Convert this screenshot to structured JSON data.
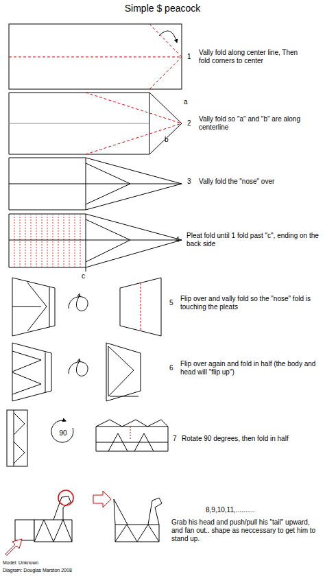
{
  "diagram": {
    "title": "Simple $ peacock",
    "labels": [
      "1",
      "Vally fold along center line, Then fold corners to center",
      "2",
      "Vally fold so \"a\" and \"b\" are along centerline",
      "a",
      "b",
      "3",
      "Vally fold the \"nose\" over",
      "4",
      "Pleat fold until 1 fold past \"c\", ending on the back side",
      "c",
      "5",
      "Flip over and vally fold so the \"nose\" fold is touching the pleats",
      "6",
      "Flip over again and fold in half (the body and head will \"flip up\")",
      "90",
      "7",
      "Rotate 90 degrees, then fold in half",
      "8,9,10,11,..........",
      "Grab his head and push/pull his \"tail\" upward, and fan out.. shape as neccessary to get him to stand up.",
      "Model: Unknown",
      "Diagram: Douglas Marston 2008"
    ]
  }
}
